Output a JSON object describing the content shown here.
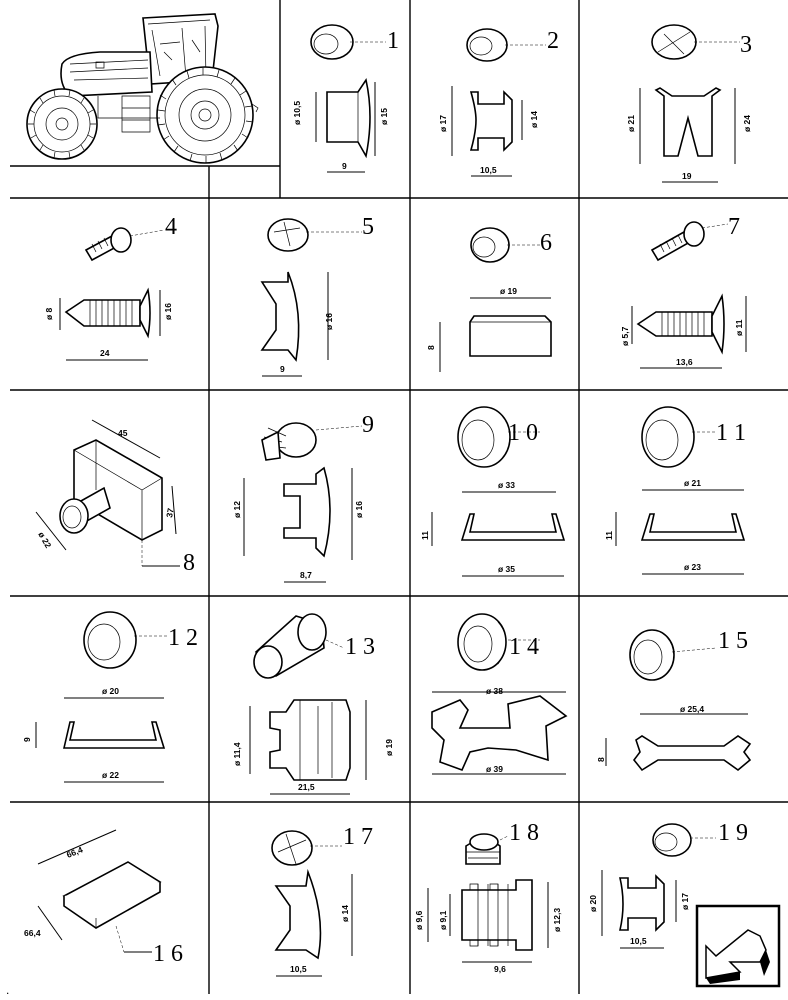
{
  "sheet": {
    "callout_numbers": [
      "1",
      "2",
      "3",
      "4",
      "5",
      "6",
      "7",
      "8",
      "9",
      "1 0",
      "1 1",
      "1 2",
      "1 3",
      "1 4",
      "1 5",
      "1 6",
      "1 7",
      "1 8",
      "1 9"
    ],
    "nav_icon": "arrow-navigation-icon",
    "corner_mark": "."
  },
  "parts": {
    "p1": {
      "dims": [
        "ø 10,5",
        "ø 15",
        "9"
      ]
    },
    "p2": {
      "dims": [
        "ø 17",
        "ø 14",
        "10,5"
      ]
    },
    "p3": {
      "dims": [
        "ø 21",
        "ø 24",
        "19"
      ]
    },
    "p4": {
      "dims": [
        "ø 8",
        "ø 16",
        "24"
      ]
    },
    "p5": {
      "dims": [
        "ø 16",
        "9"
      ]
    },
    "p6": {
      "dims": [
        "ø 19",
        "8"
      ]
    },
    "p7": {
      "dims": [
        "ø 5,7",
        "ø 11",
        "13,6"
      ]
    },
    "p8": {
      "dims": [
        "45",
        "ø 22",
        "37"
      ]
    },
    "p9": {
      "dims": [
        "ø 12",
        "ø 16",
        "8,7"
      ]
    },
    "p10": {
      "dims": [
        "ø 33",
        "11",
        "ø 35"
      ]
    },
    "p11": {
      "dims": [
        "ø 21",
        "11",
        "ø 23"
      ]
    },
    "p12": {
      "dims": [
        "ø 20",
        "9",
        "ø 22"
      ]
    },
    "p13": {
      "dims": [
        "ø 11,4",
        "ø 19",
        "21,5"
      ]
    },
    "p14": {
      "dims": [
        "ø 38",
        "ø 39"
      ]
    },
    "p15": {
      "dims": [
        "ø 25,4",
        "8"
      ]
    },
    "p16": {
      "dims": [
        "66,4",
        "66,4"
      ]
    },
    "p17": {
      "dims": [
        "ø 14",
        "10,5"
      ]
    },
    "p18": {
      "dims": [
        "ø 9,6",
        "ø 9,1",
        "ø 12,3",
        "9,6"
      ]
    },
    "p19": {
      "dims": [
        "ø 20",
        "ø 17",
        "10,5"
      ]
    }
  }
}
